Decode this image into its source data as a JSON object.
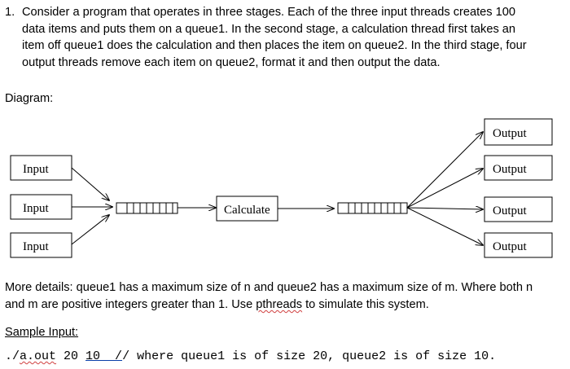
{
  "question": {
    "number": "1.",
    "line1": "Consider a program that operates in three stages. Each of the three input threads creates 100",
    "line2": "data items and puts them on a queue1. In the second stage, a calculation thread first takes an",
    "line3": "item off queue1 does the calculation and then places the item on queue2. In the third stage, four",
    "line4": "output threads remove each item on queue2, format it and then output the data."
  },
  "diagram_label": "Diagram:",
  "diagram": {
    "inputs": [
      "Input",
      "Input",
      "Input"
    ],
    "calculate": "Calculate",
    "outputs": [
      "Output",
      "Output",
      "Output",
      "Output"
    ]
  },
  "details": {
    "line1": "More details: queue1 has a maximum size of n and queue2 has a maximum size of m. Where both n",
    "line2_pre": "and m are positive integers greater than 1. Use ",
    "line2_word": "pthreads",
    "line2_post": " to simulate this system."
  },
  "sample_label": "Sample Input:",
  "command": {
    "pre": "./",
    "exe": "a.out",
    "mid": " 20 ",
    "arg2": "10  /",
    "post": "/ where queue1 is of size 20, queue2 is of size 10."
  }
}
